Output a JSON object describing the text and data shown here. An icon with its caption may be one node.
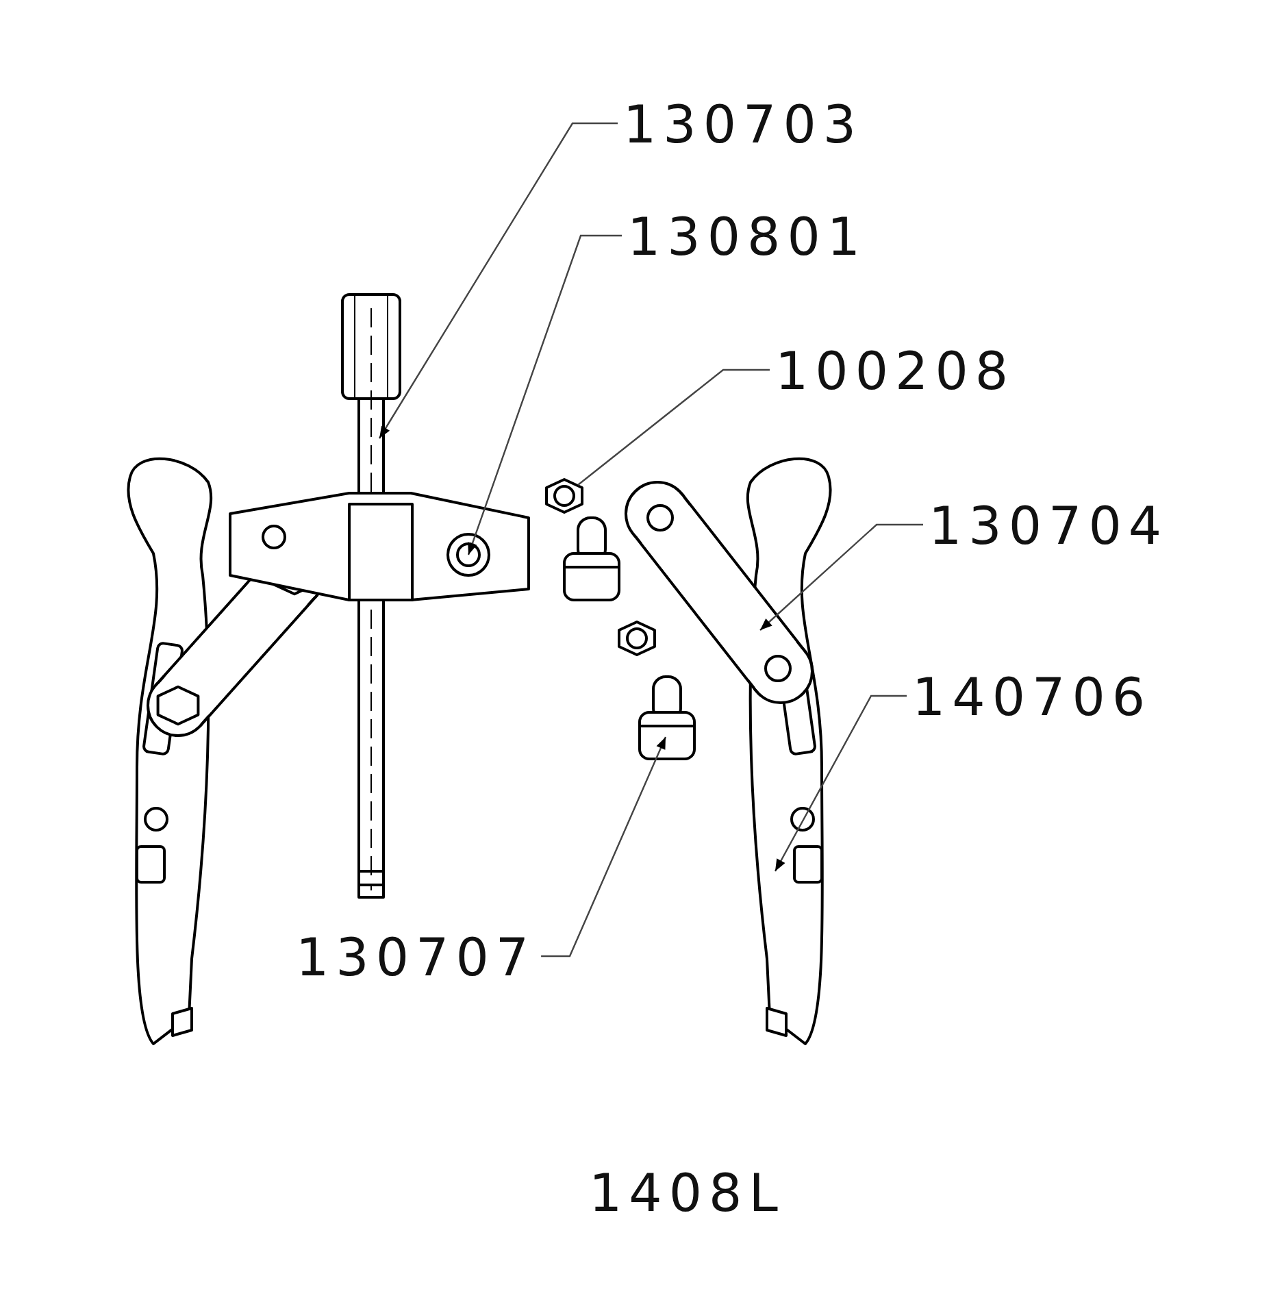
{
  "diagram": {
    "nodes": [
      {
        "text": [
          "130703"
        ]
      },
      {
        "text": [
          "130801"
        ]
      },
      {
        "text": [
          "100208"
        ]
      },
      {
        "text": [
          "130704"
        ]
      },
      {
        "text": [
          "140706"
        ]
      },
      {
        "text": [
          "130707"
        ]
      },
      {
        "text": [],
        "shape": "picture"
      },
      {
        "text": [],
        "shape": "picture"
      },
      {
        "text": [],
        "shape": "picture"
      },
      {
        "text": [],
        "shape": "picture"
      },
      {
        "text": [],
        "shape": "picture"
      },
      {
        "text": [],
        "shape": "picture"
      }
    ],
    "edges": [
      {
        "from": 0,
        "to": 6,
        "arrow": "to"
      },
      {
        "from": 1,
        "to": 7,
        "arrow": "to"
      },
      {
        "from": 2,
        "to": 8,
        "arrow": "none"
      },
      {
        "from": 3,
        "to": 9,
        "arrow": "to"
      },
      {
        "from": 4,
        "to": 10,
        "arrow": "to"
      },
      {
        "from": 5,
        "to": 11,
        "arrow": "to"
      }
    ],
    "labels": [
      "1408L"
    ]
  }
}
